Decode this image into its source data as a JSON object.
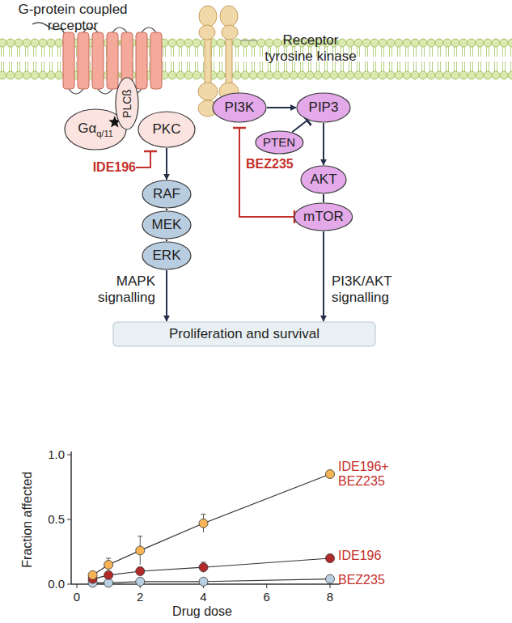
{
  "diagram": {
    "nodes": [
      {
        "text": [
          "Gα",
          "q/11"
        ]
      },
      {
        "text": [
          "PLCß"
        ]
      },
      {
        "text": [
          "PKC"
        ]
      },
      {
        "text": [
          "PI3K"
        ]
      },
      {
        "text": [
          "PIP3"
        ]
      },
      {
        "text": [
          "PTEN"
        ]
      },
      {
        "text": [
          "AKT"
        ]
      },
      {
        "text": [
          "mTOR"
        ]
      },
      {
        "text": [
          "RAF"
        ]
      },
      {
        "text": [
          "MEK"
        ]
      },
      {
        "text": [
          "ERK"
        ]
      },
      {
        "text": [
          "Proliferation and survival"
        ]
      }
    ],
    "edges": [
      {
        "from": 2,
        "to": 8,
        "arrow": "to"
      },
      {
        "from": 8,
        "to": 9,
        "arrow": "none"
      },
      {
        "from": 9,
        "to": 10,
        "arrow": "none"
      },
      {
        "from": 10,
        "to": 11,
        "arrow": "to"
      },
      {
        "from": 3,
        "to": 4,
        "arrow": "to"
      },
      {
        "from": 5,
        "to": 4,
        "arrow": "to"
      },
      {
        "from": 4,
        "to": 6,
        "arrow": "to"
      },
      {
        "from": 6,
        "to": 7,
        "arrow": "none"
      },
      {
        "from": 7,
        "to": 11,
        "arrow": "to"
      }
    ],
    "labels": [
      "G-protein coupled receptor",
      "Receptor tyrosine kinase",
      "IDE196",
      "BEZ235",
      "MAPK signalling",
      "PI3K/AKT signalling",
      "1.0",
      "0.5",
      "0.0",
      "0",
      "2",
      "4",
      "6",
      "8",
      "Fraction affected",
      "Drug dose",
      "IDE196+ BEZ235",
      "IDE196",
      "BEZ235"
    ]
  }
}
